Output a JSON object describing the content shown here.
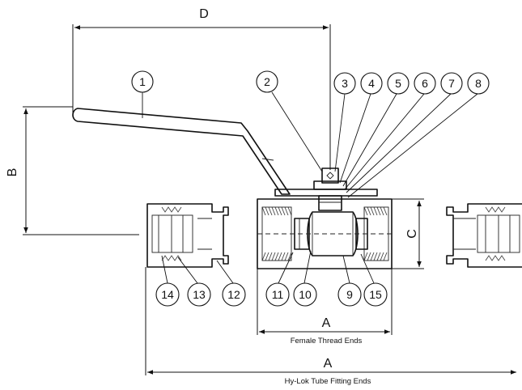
{
  "dimensions": {
    "D": "D",
    "B": "B",
    "C": "C",
    "A_female": "A",
    "A_female_caption": "Female Thread Ends",
    "A_tube": "A",
    "A_tube_caption": "Hy-Lok Tube Fitting Ends"
  },
  "callouts": [
    {
      "id": "1",
      "label": "1"
    },
    {
      "id": "2",
      "label": "2"
    },
    {
      "id": "3",
      "label": "3"
    },
    {
      "id": "4",
      "label": "4"
    },
    {
      "id": "5",
      "label": "5"
    },
    {
      "id": "6",
      "label": "6"
    },
    {
      "id": "7",
      "label": "7"
    },
    {
      "id": "8",
      "label": "8"
    },
    {
      "id": "14",
      "label": "14"
    },
    {
      "id": "13",
      "label": "13"
    },
    {
      "id": "12",
      "label": "12"
    },
    {
      "id": "11",
      "label": "11"
    },
    {
      "id": "10",
      "label": "10"
    },
    {
      "id": "9",
      "label": "9"
    },
    {
      "id": "15",
      "label": "15"
    }
  ]
}
